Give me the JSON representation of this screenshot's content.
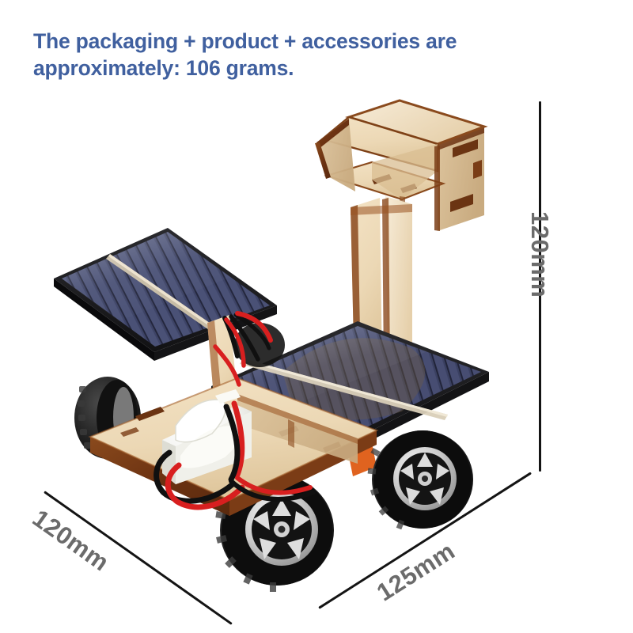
{
  "headline": {
    "text": "The packaging + product + accessories are\napproximately: 106 grams.",
    "color": "#40609f",
    "weight_value": 106,
    "weight_unit": "grams"
  },
  "dimensions": {
    "height": {
      "label": "120mm",
      "value": 120,
      "unit": "mm",
      "orientation": "vertical-right"
    },
    "depth": {
      "label": "120mm",
      "value": 120,
      "unit": "mm",
      "orientation": "diagonal-bottom-left"
    },
    "width": {
      "label": "125mm",
      "value": 125,
      "unit": "mm",
      "orientation": "diagonal-bottom-right"
    },
    "label_color": "#6b6b6b",
    "line_color": "#141414"
  },
  "product": {
    "name": "DIY wooden solar powered car kit",
    "parts": [
      {
        "name": "wooden-cabin-module",
        "material": "laser-cut plywood",
        "color": "#ecd8b5"
      },
      {
        "name": "mast-support",
        "material": "laser-cut plywood",
        "color": "#f3e2c4"
      },
      {
        "name": "upper-solar-panel",
        "material": "polycrystalline silicon",
        "color": "#3b4163"
      },
      {
        "name": "lower-solar-panel",
        "material": "polycrystalline silicon",
        "color": "#3b4163"
      },
      {
        "name": "wooden-chassis-base",
        "material": "laser-cut plywood",
        "color": "#ecd8b5"
      },
      {
        "name": "motor-gearbox-assembly",
        "material": "white plastic",
        "color": "#f2f2ee"
      },
      {
        "name": "wheels",
        "count": 4,
        "material": "rubber tyre with chrome rim",
        "color": "#0d0d0d"
      },
      {
        "name": "wiring-harness",
        "colors": [
          "#d81f1f",
          "#101010"
        ]
      }
    ],
    "burnt_edge_color": "#6d3312",
    "background_color": "#ffffff"
  }
}
